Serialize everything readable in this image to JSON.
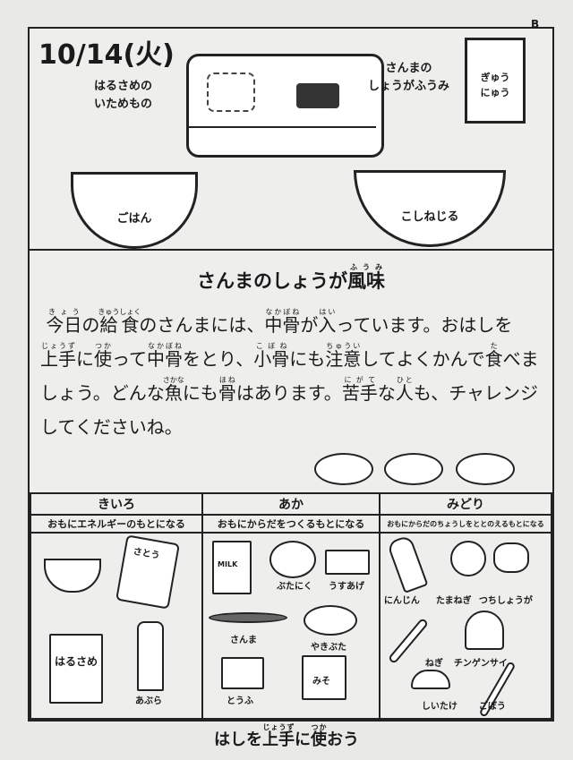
{
  "header": {
    "date": "10/14(火)",
    "corner_mark": "B"
  },
  "menu": {
    "dish1": "はるさめの\nいためもの",
    "dish2": "さんまの\nしょうがふうみ",
    "milk": "ぎゅう\nにゅう",
    "rice": "ごはん",
    "soup": "こしねじる"
  },
  "article": {
    "title": "さんまのしょうが",
    "title_kanji": "風味",
    "title_ruby": "ふうみ",
    "segments": [
      [
        " ",
        ""
      ],
      [
        "今日",
        "きょう"
      ],
      [
        "の",
        ""
      ],
      [
        "給食",
        "きゅうしょく"
      ],
      [
        "のさんまには、",
        ""
      ],
      [
        "中骨",
        "なかぼね"
      ],
      [
        "が",
        ""
      ],
      [
        "入",
        "はい"
      ],
      [
        "っています。おはしを",
        ""
      ],
      [
        "上手",
        "じょうず"
      ],
      [
        "に",
        ""
      ],
      [
        "使",
        "つか"
      ],
      [
        "って",
        ""
      ],
      [
        "中骨",
        "なかぼね"
      ],
      [
        "をとり、",
        ""
      ],
      [
        "小骨",
        "こぼね"
      ],
      [
        "にも",
        ""
      ],
      [
        "注意",
        "ちゅうい"
      ],
      [
        "してよくかんで",
        ""
      ],
      [
        "食",
        "た"
      ],
      [
        "べましょう。どんな",
        ""
      ],
      [
        "魚",
        "さかな"
      ],
      [
        "にも",
        ""
      ],
      [
        "骨",
        "ほね"
      ],
      [
        "はあります。",
        ""
      ],
      [
        "苦手",
        "にがて"
      ],
      [
        "な",
        ""
      ],
      [
        "人",
        "ひと"
      ],
      [
        "も、チャレンジしてくださいね。",
        ""
      ]
    ]
  },
  "groups": [
    {
      "name": "きいろ",
      "desc": "おもにエネルギーのもとになる",
      "foods": [
        "さとう",
        "はるさめ",
        "あぶら"
      ]
    },
    {
      "name": "あか",
      "desc": "おもにからだをつくるもとになる",
      "foods": [
        "MILK",
        "ぶたにく",
        "うすあげ",
        "さんま",
        "やきぶた",
        "とうふ",
        "みそ"
      ]
    },
    {
      "name": "みどり",
      "desc": "おもにからだのちょうしをととのえるもとになる",
      "foods": [
        "にんじん",
        "たまねぎ",
        "つちしょうが",
        "ねぎ",
        "チンゲンサイ",
        "しいたけ",
        "ごぼう"
      ]
    }
  ],
  "footer": {
    "pre": "はしを",
    "kanji1": "上手",
    "ruby1": "じょうず",
    "mid": "に",
    "kanji2": "使",
    "ruby2": "つか",
    "post": "おう"
  }
}
